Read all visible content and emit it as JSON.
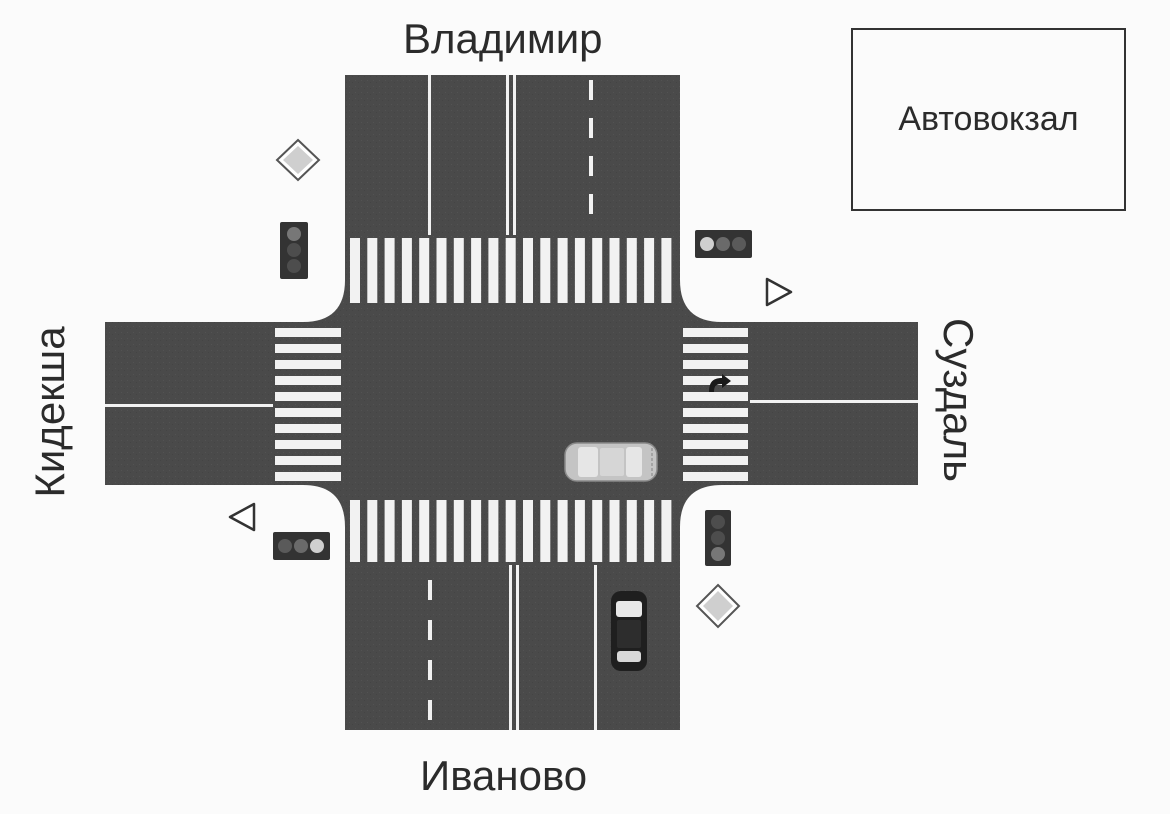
{
  "roads": {
    "north": "Владимир",
    "south": "Иваново",
    "west": "Кидекша",
    "east": "Суздаль"
  },
  "bus_station": {
    "label": "Автовокзал"
  },
  "signs": {
    "priority_road": "diamond-sign-icon",
    "give_way": "triangle-sign-icon"
  },
  "traffic_lights": {
    "icon": "traffic-light-icon",
    "count": 4
  },
  "vehicles": [
    {
      "name": "car-in-intersection",
      "heading": "west"
    },
    {
      "name": "car-southern-road",
      "heading": "north"
    }
  ],
  "colors": {
    "road": "#4a4a4a",
    "marking": "#f2f2f2",
    "background": "#fbfbfb",
    "signal_housing": "#333333"
  }
}
